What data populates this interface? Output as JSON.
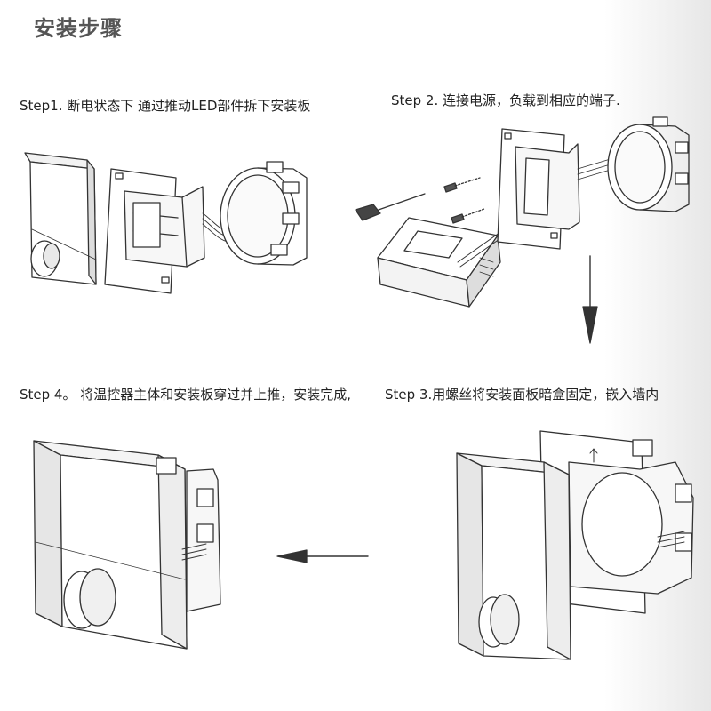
{
  "title": "安装步骤",
  "steps": {
    "step1": "Step1. 断电状态下 通过推动LED部件拆下安装板",
    "step2": "Step 2. 连接电源，负载到相应的端子.",
    "step4": "Step 4。 将温控器主体和安装板穿过并上推，安装完成,",
    "step3": "Step 3.用螺丝将安装面板暗盒固定，嵌入墙内"
  },
  "icons": {
    "arrow_down": "arrow-down-icon",
    "arrow_left": "arrow-left-icon",
    "screwdriver": "screwdriver-icon"
  },
  "colors": {
    "line": "#333333",
    "text": "#222222",
    "title": "#555555"
  }
}
